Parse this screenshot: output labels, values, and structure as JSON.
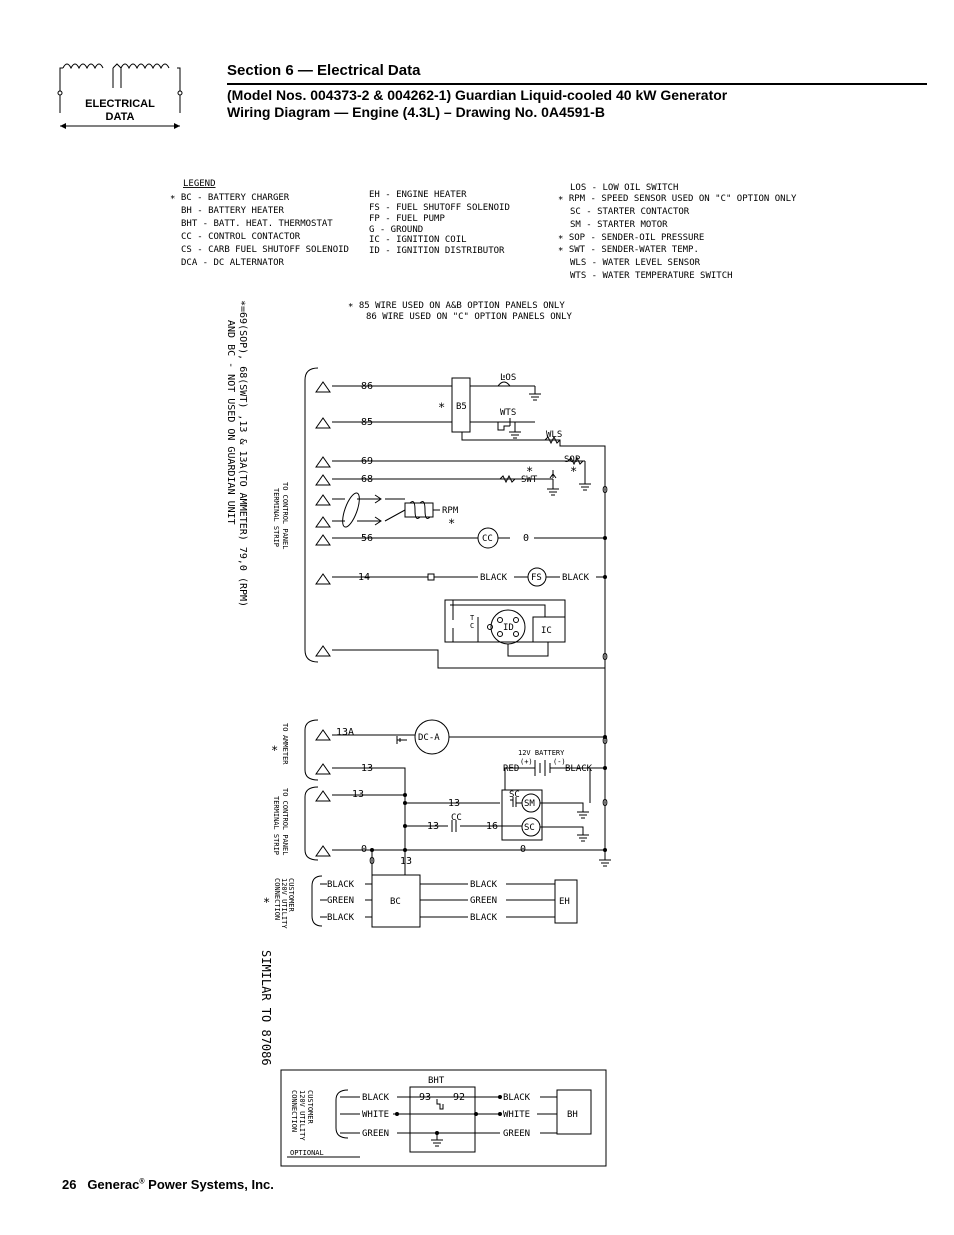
{
  "header": {
    "section_title": "Section 6 — Electrical Data",
    "subtitle_line1": "(Model Nos. 004373-2 & 004262-1) Guardian Liquid-cooled 40 kW Generator",
    "subtitle_line2": "Wiring Diagram — Engine (4.3L) – Drawing No. 0A4591-B",
    "logo_line1": "ELECTRICAL",
    "logo_line2": "DATA"
  },
  "legend": {
    "title": "LEGEND",
    "col1": [
      "∗ BC  -  BATTERY CHARGER",
      "BH  -  BATTERY HEATER",
      "BHT -  BATT. HEAT. THERMOSTAT",
      "CC  -  CONTROL CONTACTOR",
      "CS  -  CARB FUEL SHUTOFF SOLENOID",
      "DCA -  DC ALTERNATOR"
    ],
    "col2": [
      "EH  -  ENGINE HEATER",
      "FS  -  FUEL SHUTOFF SOLENOID",
      "FP  -  FUEL PUMP",
      "G   -  GROUND",
      "IC  -  IGNITION COIL",
      "ID  -  IGNITION DISTRIBUTOR"
    ],
    "col3": [
      "LOS -  LOW OIL SWITCH",
      "∗ RPM -  SPEED SENSOR USED ON \"C\" OPTION ONLY",
      "SC  -  STARTER CONTACTOR",
      "SM  -  STARTER MOTOR",
      "∗ SOP -  SENDER-OIL PRESSURE",
      "∗ SWT -  SENDER-WATER TEMP.",
      "WLS -  WATER LEVEL SENSOR",
      "WTS -  WATER TEMPERATURE SWITCH"
    ]
  },
  "notes": {
    "wire_note1": "∗ 85 WIRE USED ON A&B OPTION PANELS ONLY",
    "wire_note2": "86 WIRE USED ON \"C\" OPTION PANELS ONLY",
    "vertical_note1": "∗=69(SOP), 68(SWT) ,13 & 13A(TO AMMETER) 79,0 (RPM)",
    "vertical_note2": "AND BC - NOT USED ON GUARDIAN UNIT",
    "similar": "SIMILAR TO 87086"
  },
  "side_labels": {
    "terminal_strip_1": "TO CONTROL PANEL",
    "terminal_strip_2": "TERMINAL STRIP",
    "ammeter_1": "TO",
    "ammeter_2": "AMMETER",
    "customer_1": "CUSTOMER",
    "customer_2": "120V UTILITY",
    "customer_3": "CONNECTION",
    "optional": "OPTIONAL"
  },
  "wires": {
    "w86": "86",
    "w85": "85",
    "w69": "69",
    "w68": "68",
    "w56": "56",
    "w14": "14",
    "w13a": "13A",
    "w13": "13",
    "w0": "0",
    "w16": "16",
    "w93": "93",
    "w92": "92"
  },
  "components": {
    "los": "LOS",
    "wts": "WTS",
    "wls": "WLS",
    "sop": "SOP",
    "swt": "SWT",
    "rpm": "RPM",
    "b5": "B5",
    "cc": "CC",
    "fs": "FS",
    "id": "ID",
    "ic": "IC",
    "dca": "DC-A",
    "battery": "12V BATTERY",
    "plus": "(+)",
    "minus": "(-)",
    "sc": "SC",
    "sm": "SM",
    "bc": "BC",
    "eh": "EH",
    "bht": "BHT",
    "bh": "BH",
    "t": "T",
    "c": "C"
  },
  "colors_text": {
    "black": "BLACK",
    "green": "GREEN",
    "white": "WHITE",
    "red": "RED"
  },
  "footer": {
    "page": "26",
    "company": "Generac",
    "company_suffix": " Power Systems, Inc."
  }
}
